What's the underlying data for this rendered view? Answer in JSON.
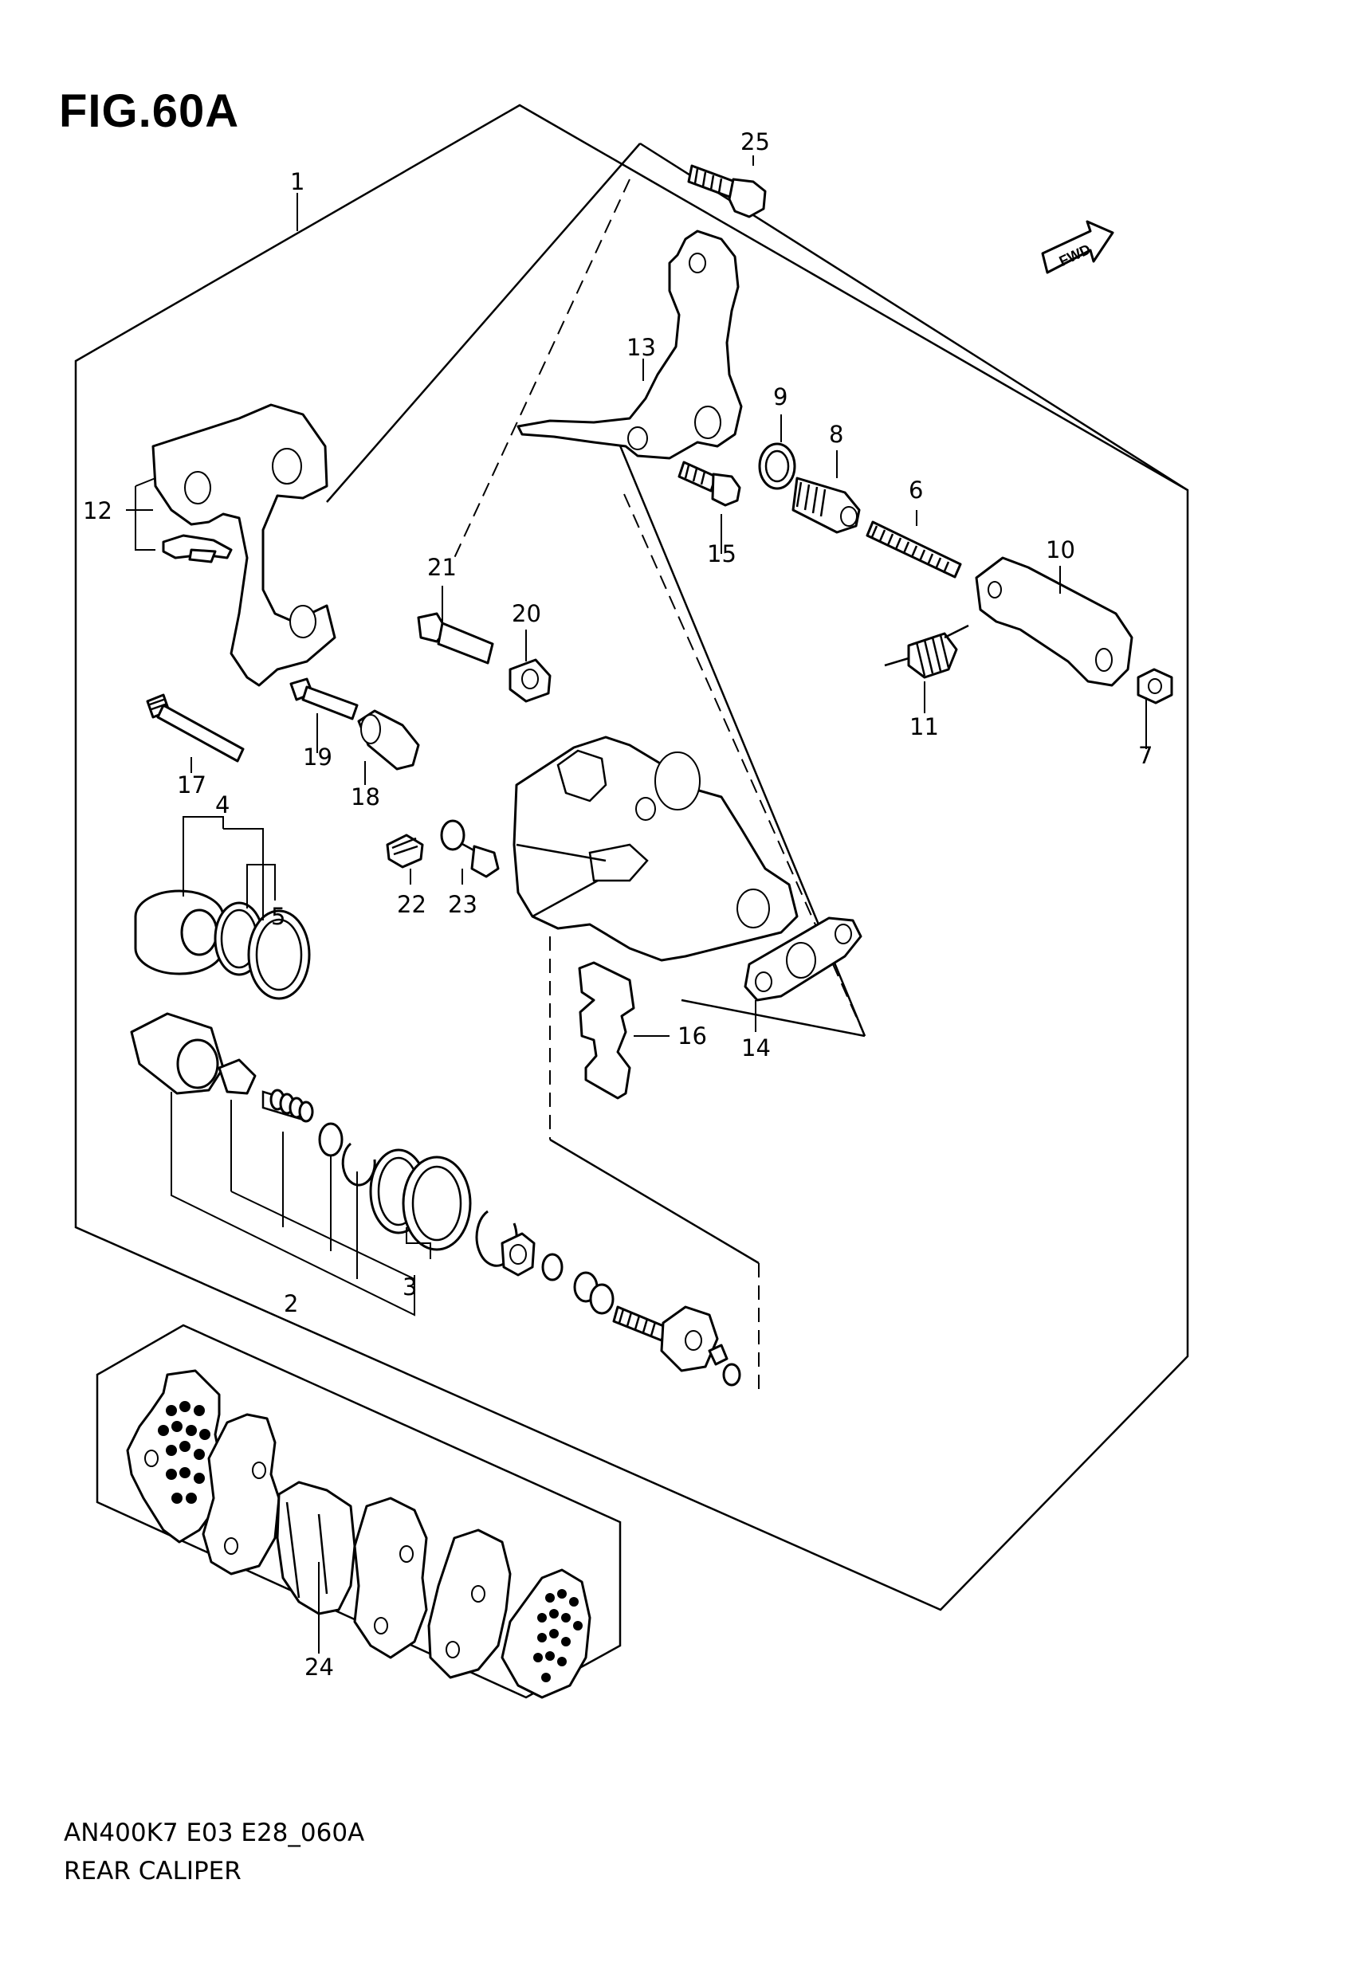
{
  "figure": {
    "title": "FIG.60A",
    "model_code": "AN400K7 E03 E28_060A",
    "caption": "REAR CALIPER",
    "direction_badge": "FWD"
  },
  "callouts": {
    "c1": "1",
    "c2": "2",
    "c3": "3",
    "c4": "4",
    "c5": "5",
    "c6": "6",
    "c7": "7",
    "c8": "8",
    "c9": "9",
    "c10": "10",
    "c11": "11",
    "c12": "12",
    "c13": "13",
    "c14": "14",
    "c15": "15",
    "c16": "16",
    "c17": "17",
    "c18": "18",
    "c19": "19",
    "c20": "20",
    "c21": "21",
    "c22": "22",
    "c23": "23",
    "c24": "24",
    "c25": "25"
  }
}
